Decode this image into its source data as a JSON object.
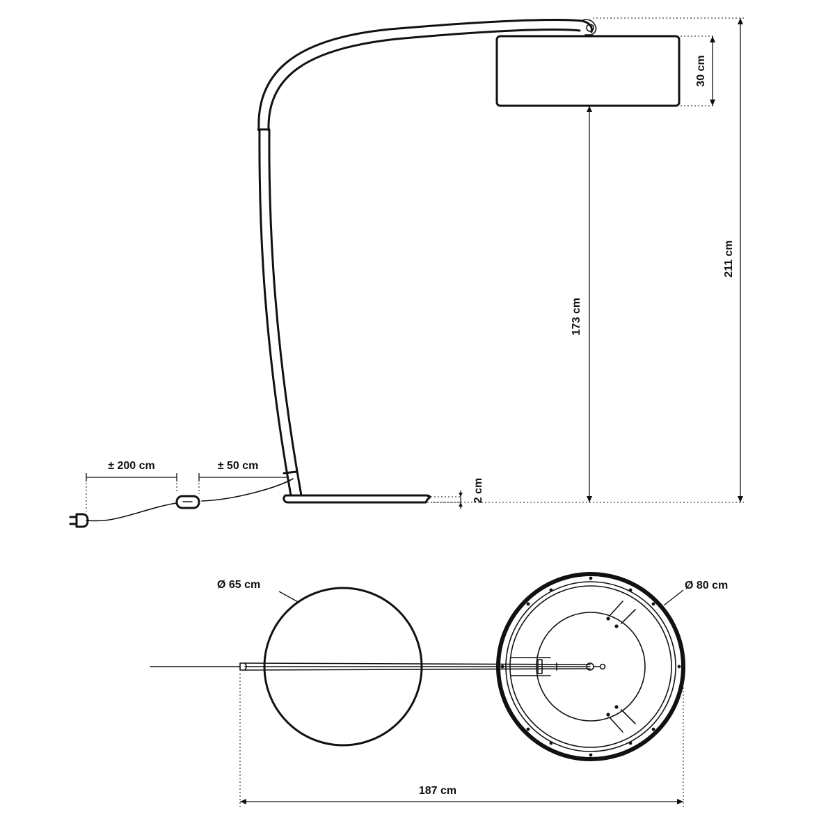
{
  "dimensions": {
    "shade_height": "30 cm",
    "total_height": "211 cm",
    "shade_bottom_height": "173 cm",
    "base_thickness": "2 cm",
    "cable_to_plug": "± 200 cm",
    "cable_to_switch": "± 50 cm",
    "shade_diameter": "Ø 65 cm",
    "base_diameter": "Ø 80 cm",
    "total_reach": "187 cm"
  }
}
